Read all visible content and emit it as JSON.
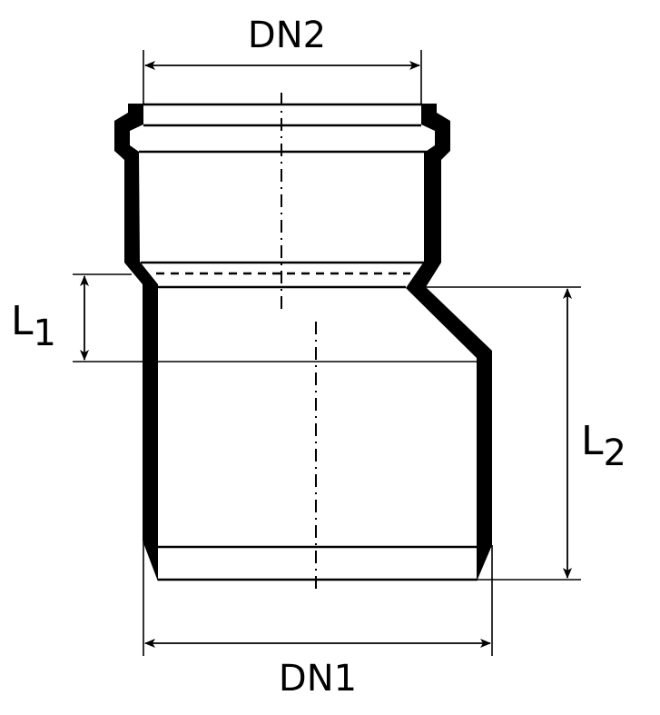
{
  "diagram": {
    "labels": {
      "dn2": "DN2",
      "dn1": "DN1",
      "l1_main": "L",
      "l1_sub": "1",
      "l2_main": "L",
      "l2_sub": "2"
    },
    "colors": {
      "line": "#000000",
      "background": "#ffffff"
    }
  }
}
